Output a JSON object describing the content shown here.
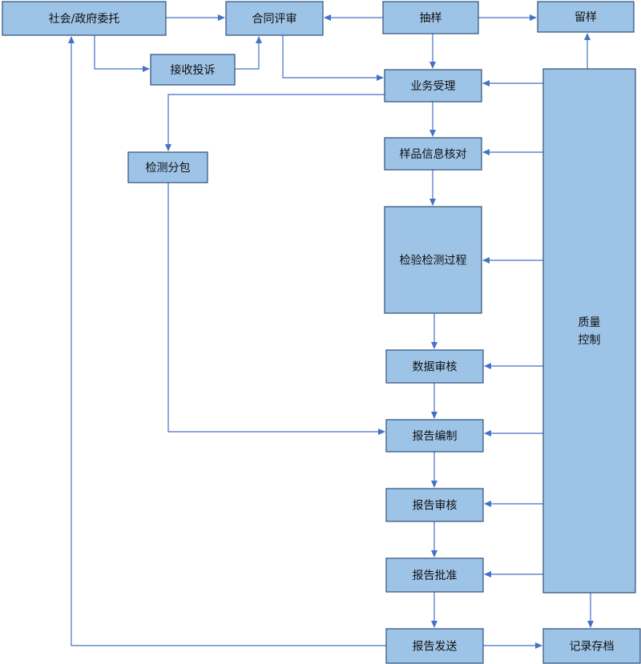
{
  "diagram": {
    "nodes": [
      {
        "id": "n1",
        "label": "社会/政府委托"
      },
      {
        "id": "n2",
        "label": "合同评审"
      },
      {
        "id": "n3",
        "label": "抽样"
      },
      {
        "id": "n4",
        "label": "留样"
      },
      {
        "id": "n5",
        "label": "接收投诉"
      },
      {
        "id": "n6",
        "label": "业务受理"
      },
      {
        "id": "n7",
        "label": "检测分包"
      },
      {
        "id": "n8",
        "label": "样品信息核对"
      },
      {
        "id": "n9",
        "label": "检验检测过程"
      },
      {
        "id": "n10",
        "label": "数据审核"
      },
      {
        "id": "n11",
        "label": "报告编制"
      },
      {
        "id": "n12",
        "label": "报告审核"
      },
      {
        "id": "n13",
        "label": "报告批准"
      },
      {
        "id": "n14",
        "label": "报告发送"
      },
      {
        "id": "n15",
        "label": "记录存档"
      },
      {
        "id": "n16",
        "label": "质量\n控制"
      }
    ],
    "edges": [
      {
        "from": "n1",
        "to": "n2"
      },
      {
        "from": "n1",
        "to": "n5"
      },
      {
        "from": "n5",
        "to": "n2"
      },
      {
        "from": "n3",
        "to": "n2"
      },
      {
        "from": "n3",
        "to": "n4"
      },
      {
        "from": "n3",
        "to": "n6"
      },
      {
        "from": "n2",
        "to": "n6"
      },
      {
        "from": "n6",
        "to": "n7"
      },
      {
        "from": "n6",
        "to": "n8"
      },
      {
        "from": "n8",
        "to": "n9"
      },
      {
        "from": "n9",
        "to": "n10"
      },
      {
        "from": "n10",
        "to": "n11"
      },
      {
        "from": "n7",
        "to": "n11"
      },
      {
        "from": "n11",
        "to": "n12"
      },
      {
        "from": "n12",
        "to": "n13"
      },
      {
        "from": "n13",
        "to": "n14"
      },
      {
        "from": "n14",
        "to": "n15"
      },
      {
        "from": "n14",
        "to": "n1"
      },
      {
        "from": "n16",
        "to": "n4"
      },
      {
        "from": "n16",
        "to": "n15"
      },
      {
        "from": "n16",
        "to": "n6"
      },
      {
        "from": "n16",
        "to": "n8"
      },
      {
        "from": "n16",
        "to": "n9"
      },
      {
        "from": "n16",
        "to": "n10"
      },
      {
        "from": "n16",
        "to": "n11"
      },
      {
        "from": "n16",
        "to": "n12"
      },
      {
        "from": "n16",
        "to": "n13"
      }
    ],
    "colors": {
      "node_fill": "#9dc3e6",
      "node_border": "#2f4f7a",
      "edge": "#4472c4"
    }
  }
}
